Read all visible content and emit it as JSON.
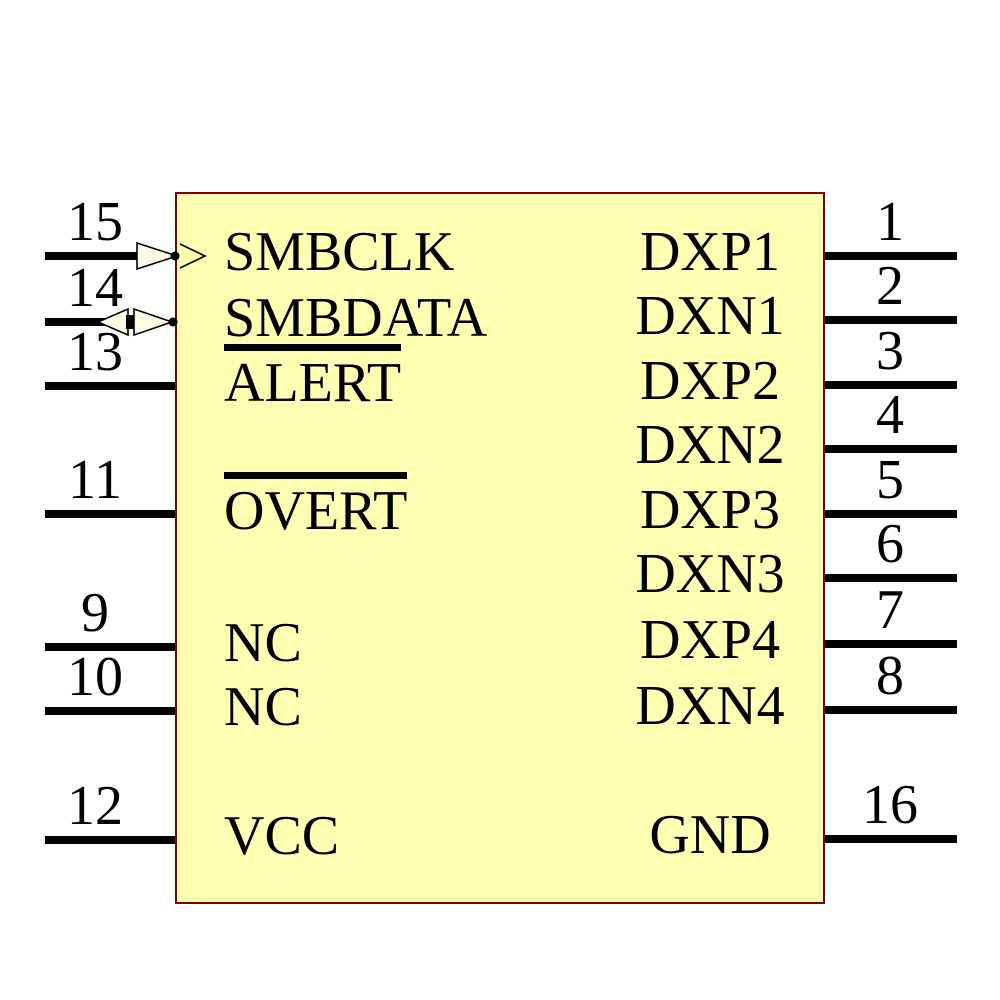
{
  "colors": {
    "component_fill": "#ffffb3",
    "component_border": "#7d0000",
    "pin_color": "#000000",
    "arrow_fill": "#fdfbe3",
    "text_color": "#000000"
  },
  "component": {
    "kind": "ic-schematic-symbol",
    "left_pins": [
      {
        "number": "15",
        "label": "SMBCLK",
        "icon": "clock-input-arrow",
        "overline": false
      },
      {
        "number": "14",
        "label": "SMBDATA",
        "icon": "bidirectional-arrow",
        "overline": false
      },
      {
        "number": "13",
        "label": "ALERT",
        "overline": true
      },
      {
        "number": "11",
        "label": "OVERT",
        "overline": true
      },
      {
        "number": "9",
        "label": "NC",
        "overline": false
      },
      {
        "number": "10",
        "label": "NC",
        "overline": false
      },
      {
        "number": "12",
        "label": "VCC",
        "overline": false
      }
    ],
    "right_pins": [
      {
        "number": "1",
        "label": "DXP1"
      },
      {
        "number": "2",
        "label": "DXN1"
      },
      {
        "number": "3",
        "label": "DXP2"
      },
      {
        "number": "4",
        "label": "DXN2"
      },
      {
        "number": "5",
        "label": "DXP3"
      },
      {
        "number": "6",
        "label": "DXN3"
      },
      {
        "number": "7",
        "label": "DXP4"
      },
      {
        "number": "8",
        "label": "DXN4"
      },
      {
        "number": "16",
        "label": "GND"
      }
    ]
  }
}
